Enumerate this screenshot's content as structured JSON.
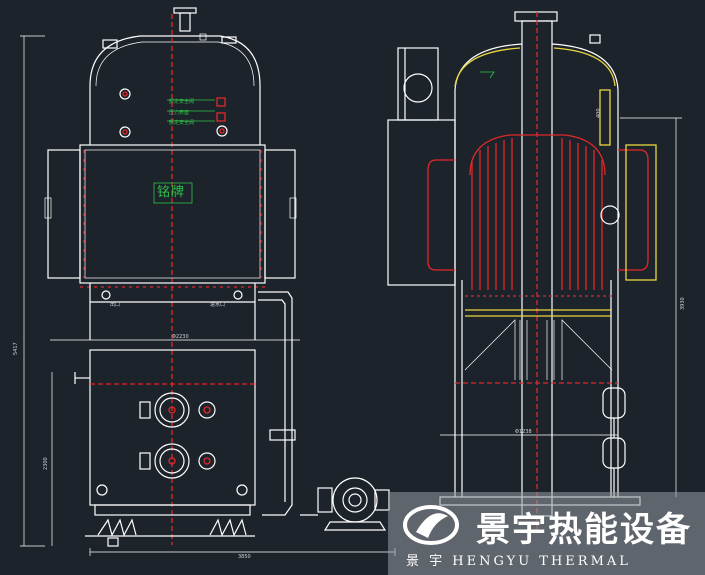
{
  "nameplate": "铭牌",
  "callouts": [
    "额定安全阀",
    "压力表座",
    "额定安全阀"
  ],
  "dimensions": {
    "front_diameter": "Φ2230",
    "front_height": "5417",
    "front_lower_height": "2300",
    "front_width": "3850",
    "side_height": "3930",
    "side_inner_diameter": "Φ1238"
  },
  "labels": {
    "front_left_bottom": "出口",
    "front_right_bottom": "进水口",
    "side_dim_small": "400"
  },
  "watermark": {
    "company_cn": "景宇热能设备",
    "company_en": "景 宇 HENGYU  THERMAL"
  },
  "colors": {
    "background": "#1d232b",
    "line": "#ffffff",
    "accent": "#e02828",
    "highlight": "#e8d640",
    "note": "#30c048"
  }
}
